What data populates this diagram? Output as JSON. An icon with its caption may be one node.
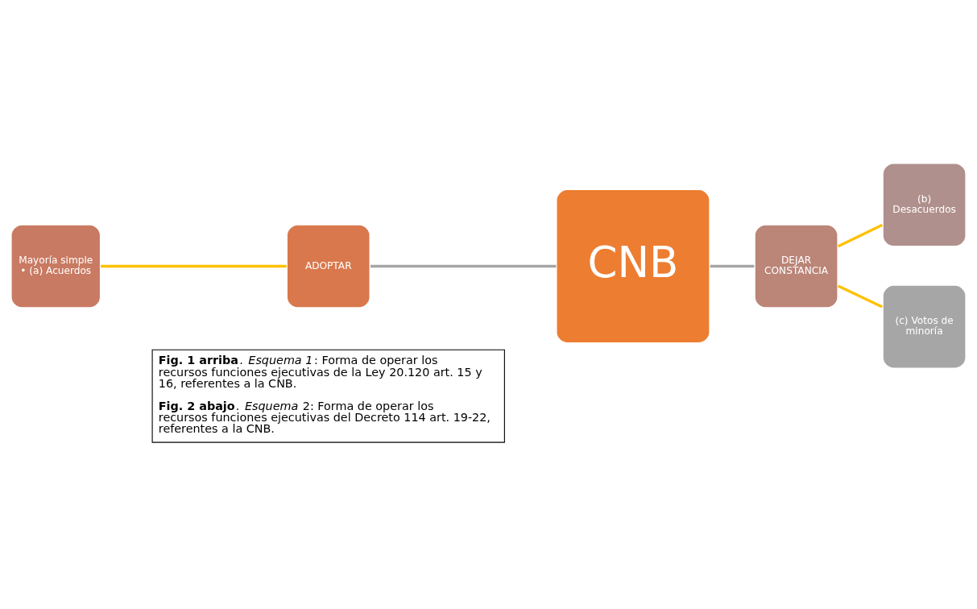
{
  "diagram": {
    "nodes": [
      {
        "text": [
          "Mayoría simple",
          "• (a) Acuerdos"
        ]
      },
      {
        "text": [
          "ADOPTAR"
        ]
      },
      {
        "text": [
          "CNB"
        ]
      },
      {
        "text": [
          "DEJAR CONSTANCIA"
        ]
      },
      {
        "text": [
          "(b) Desacuerdos"
        ]
      },
      {
        "text": [
          "(c) Votos de minoría"
        ]
      }
    ],
    "edges": [
      {
        "from": 0,
        "to": 1,
        "arrow": "none"
      },
      {
        "from": 1,
        "to": 2,
        "arrow": "none",
        "color": "#a6a6a6"
      },
      {
        "from": 2,
        "to": 3,
        "arrow": "none",
        "color": "#a6a6a6"
      },
      {
        "from": 3,
        "to": 4,
        "arrow": "none"
      },
      {
        "from": 3,
        "to": 5,
        "arrow": "none"
      }
    ],
    "labels": [
      "**Fig. 1 arriba**. *Esquema 1*: Forma de operar los recursos funciones ejecutivas de la Ley 20.120 art. 15 y 16, referentes a la CNB.",
      "**Fig. 2 abajo**. *Esquema* 2: Forma de operar los recursos funciones ejecutivas del Decreto 114 art. 19-22, referentes a la CNB."
    ]
  }
}
